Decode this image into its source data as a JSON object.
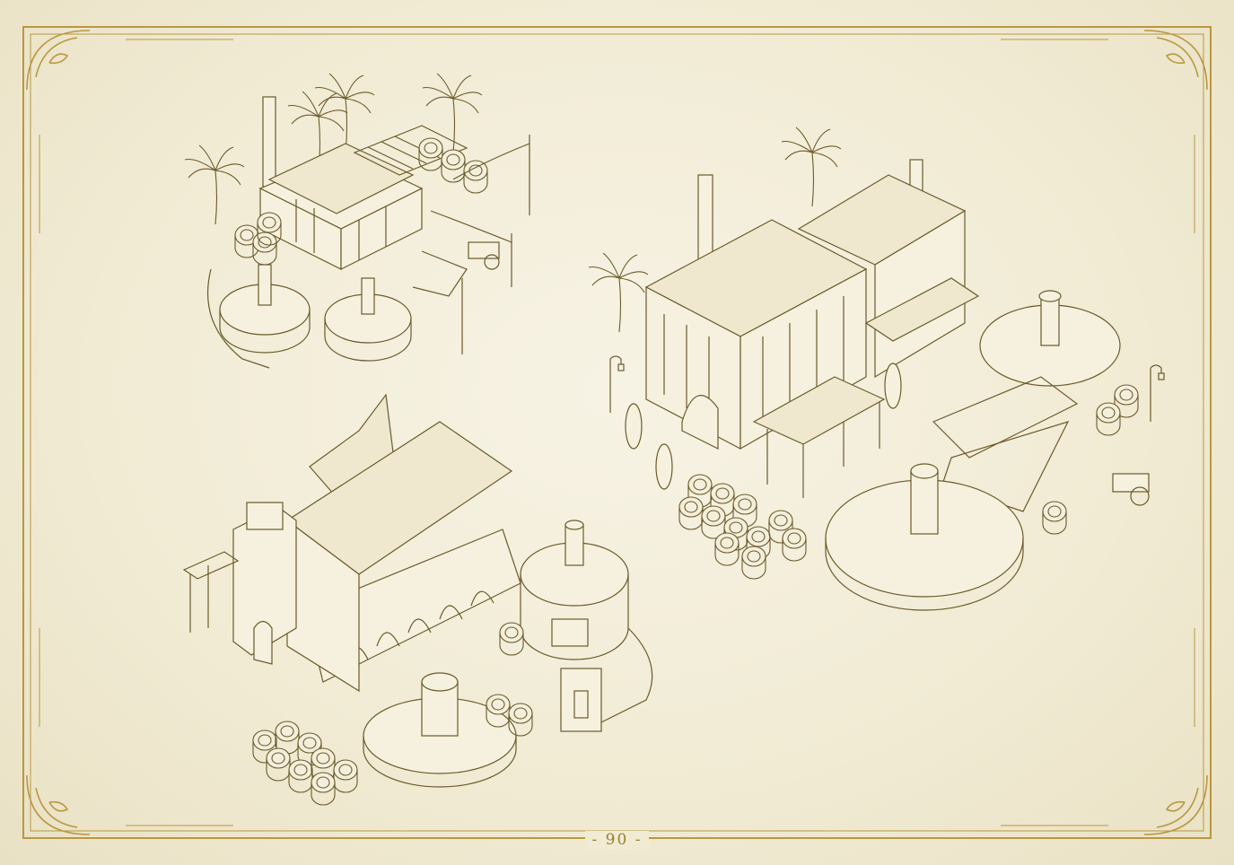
{
  "page": {
    "number_label": "- 90 -",
    "ink_color": "#6b5a2a",
    "frame_color": "#b8983f",
    "paper_color": "#f3eedb"
  },
  "sketches": [
    {
      "name": "small-distillery",
      "icon": "building-sketch"
    },
    {
      "name": "large-estate-distillery",
      "icon": "building-sketch"
    },
    {
      "name": "bell-tower-distillery",
      "icon": "building-sketch"
    }
  ]
}
